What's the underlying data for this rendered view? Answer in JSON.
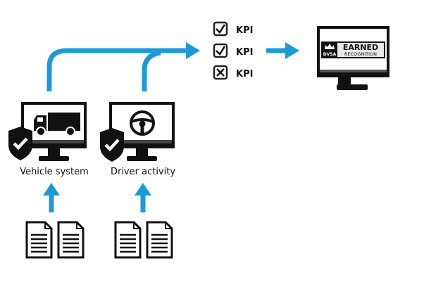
{
  "systems": [
    {
      "label": "Vehicle system"
    },
    {
      "label": "Driver activity"
    }
  ],
  "kpis": [
    {
      "label": "KPI",
      "status": "pass"
    },
    {
      "label": "KPI",
      "status": "pass"
    },
    {
      "label": "KPI",
      "status": "fail"
    }
  ],
  "earned_recognition": {
    "line1": "EARNED",
    "line2": "RECOGNITION",
    "badge": "DVSA"
  },
  "colors": {
    "arrow": "#1d9ad6",
    "ink": "#111111"
  }
}
